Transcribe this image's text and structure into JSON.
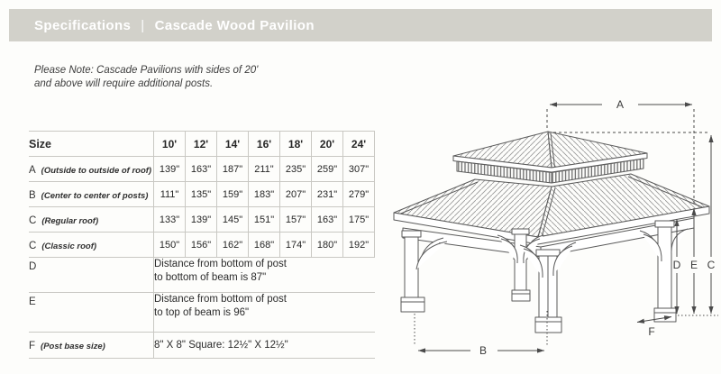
{
  "header": {
    "title_left": "Specifications",
    "divider": "|",
    "title_right": "Cascade Wood Pavilion",
    "bg_color": "#d2d1ca",
    "text_color": "#ffffff"
  },
  "note": {
    "line1": "Please Note: Cascade Pavilions with sides of 20'",
    "line2": "and above will require additional posts."
  },
  "table": {
    "size_header": "Size",
    "columns": [
      "10'",
      "12'",
      "14'",
      "16'",
      "18'",
      "20'",
      "24'"
    ],
    "rows": [
      {
        "letter": "A",
        "desc": "(Outside to outside of roof)",
        "values": [
          "139\"",
          "163\"",
          "187\"",
          "211\"",
          "235\"",
          "259\"",
          "307\""
        ]
      },
      {
        "letter": "B",
        "desc": "(Center to center of posts)",
        "values": [
          "111\"",
          "135\"",
          "159\"",
          "183\"",
          "207\"",
          "231\"",
          "279\""
        ]
      },
      {
        "letter": "C",
        "desc": "(Regular roof)",
        "values": [
          "133\"",
          "139\"",
          "145\"",
          "151\"",
          "157\"",
          "163\"",
          "175\""
        ]
      },
      {
        "letter": "C",
        "desc": "(Classic roof)",
        "values": [
          "150\"",
          "156\"",
          "162\"",
          "168\"",
          "174\"",
          "180\"",
          "192\""
        ]
      }
    ],
    "note_rows": [
      {
        "letter": "D",
        "desc": "",
        "line1": "Distance from bottom of post",
        "line2": "to bottom of beam is 87\""
      },
      {
        "letter": "E",
        "desc": "",
        "line1": "Distance from bottom of post",
        "line2": "to top of beam is 96\""
      },
      {
        "letter": "F",
        "desc": "(Post base size)",
        "line1": "8\" X 8\" Square: 12½\" X 12½\"",
        "line2": ""
      }
    ]
  },
  "diagram": {
    "labels": {
      "a": "A",
      "b": "B",
      "c": "C",
      "d": "D",
      "e": "E",
      "f": "F"
    }
  },
  "colors": {
    "border": "#c9c8c3",
    "line_art": "#5a5a5a",
    "dimension": "#4a4a4a"
  }
}
